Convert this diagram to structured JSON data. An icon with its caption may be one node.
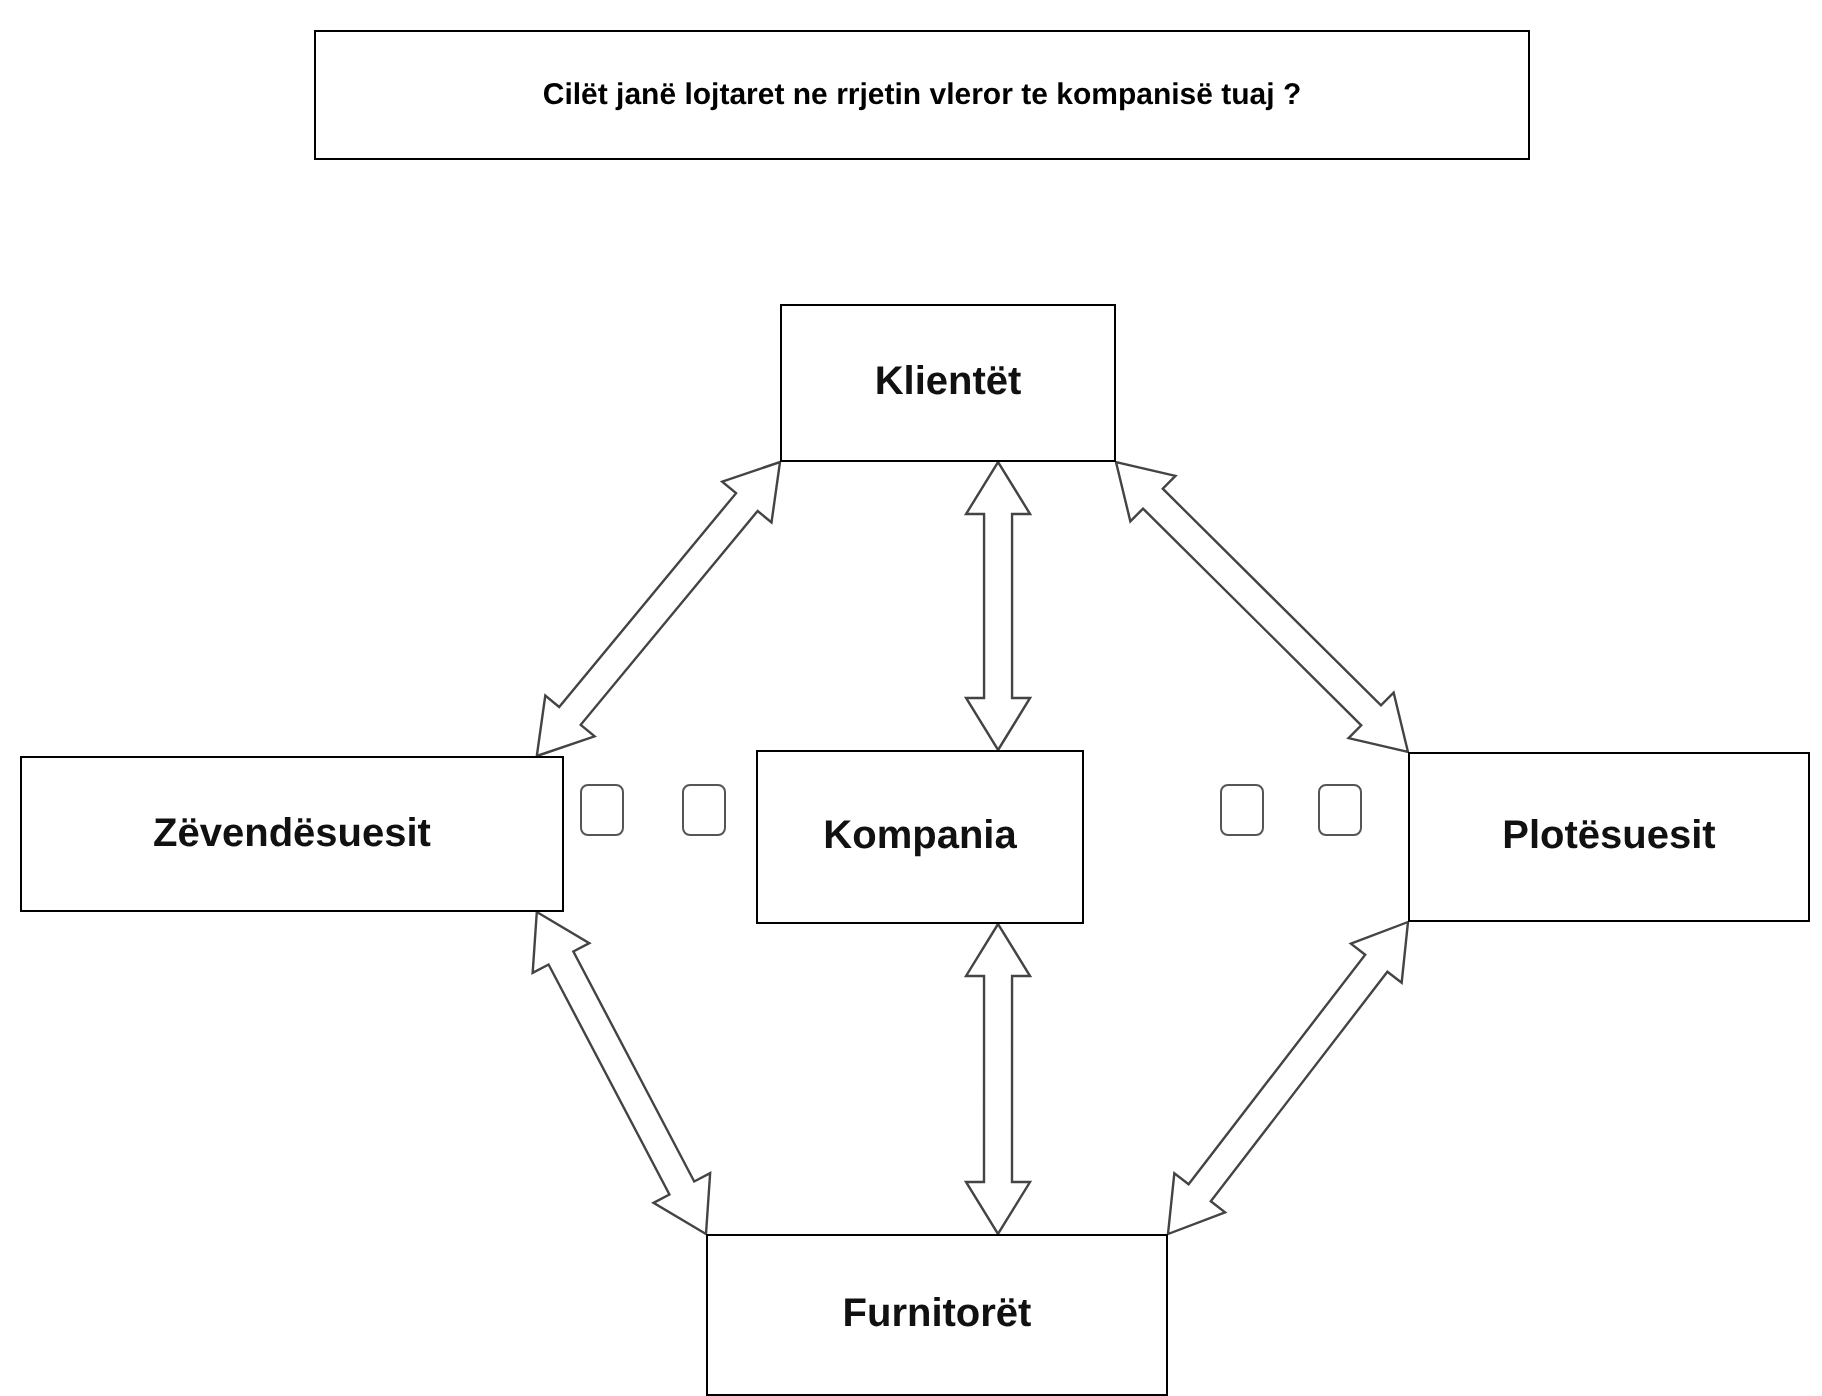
{
  "diagram": {
    "title": "Cilët janë lojtaret ne rrjetin vleror te kompanisë tuaj ?",
    "nodes": [
      {
        "text": [
          "Klientët"
        ]
      },
      {
        "text": [
          "Zëvendësuesit"
        ]
      },
      {
        "text": [],
        "shape": "box"
      },
      {
        "text": [],
        "shape": "box"
      },
      {
        "text": [
          "Kompania"
        ]
      },
      {
        "text": [],
        "shape": "box"
      },
      {
        "text": [],
        "shape": "box"
      },
      {
        "text": [
          "Plotësuesit"
        ]
      },
      {
        "text": [
          "Furnitorët"
        ]
      }
    ],
    "edges": [
      {
        "from": 1,
        "to": 0,
        "arrow": "both"
      },
      {
        "from": 4,
        "to": 0,
        "arrow": "both"
      },
      {
        "from": 7,
        "to": 0,
        "arrow": "both"
      },
      {
        "from": 1,
        "to": 8,
        "arrow": "both"
      },
      {
        "from": 4,
        "to": 8,
        "arrow": "both"
      },
      {
        "from": 7,
        "to": 8,
        "arrow": "both"
      }
    ]
  }
}
